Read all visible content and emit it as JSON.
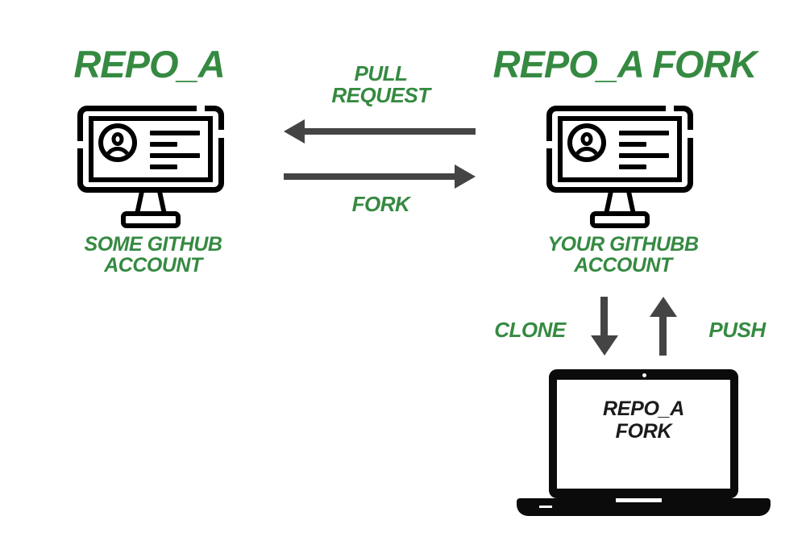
{
  "diagram": {
    "title_left": "REPO_A",
    "title_right": "REPO_A FORK",
    "caption_left": "SOME GITHUB\nACCOUNT",
    "caption_right": "YOUR GITHUBB\nACCOUNT",
    "arrow_pull_request": "PULL\nREQUEST",
    "arrow_fork": "FORK",
    "arrow_clone": "CLONE",
    "arrow_push": "PUSH",
    "laptop_screen_text": "REPO_A\nFORK",
    "colors": {
      "green": "#358a41",
      "arrow_gray": "#444444",
      "icon_black": "#000000",
      "background": "#ffffff"
    }
  }
}
